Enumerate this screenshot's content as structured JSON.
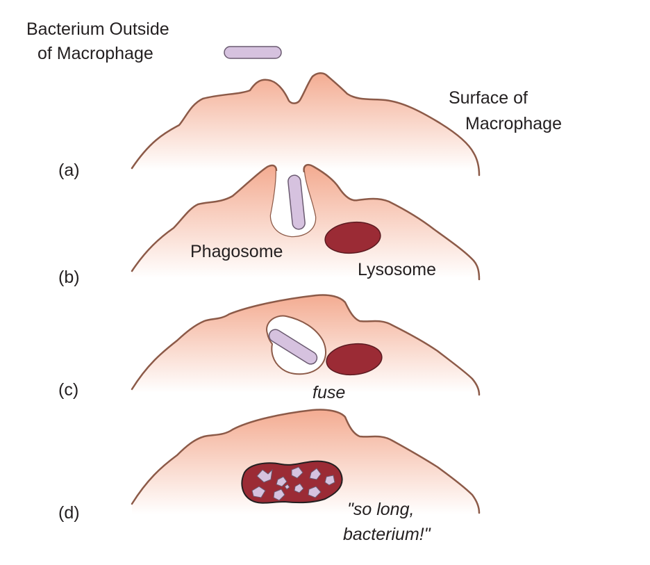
{
  "labels": {
    "bacterium_outside_line1": "Bacterium Outside",
    "bacterium_outside_line2": "of Macrophage",
    "surface_line1": "Surface of",
    "surface_line2": "Macrophage",
    "phagosome": "Phagosome",
    "lysosome": "Lysosome",
    "fuse": "fuse",
    "so_long_line1": "\"so long,",
    "so_long_line2": "bacterium!\""
  },
  "panels": [
    {
      "letter": "(a)"
    },
    {
      "letter": "(b)"
    },
    {
      "letter": "(c)"
    },
    {
      "letter": "(d)"
    }
  ],
  "colors": {
    "membrane_outline": "#8c5a48",
    "cytoplasm_top": "#f3a98e",
    "cytoplasm_bottom": "#ffffff",
    "bacterium_fill": "#d6c2df",
    "bacterium_outline": "#6a5a70",
    "lysosome_fill": "#9b2b35",
    "lysosome_outline": "#5a1a20"
  }
}
